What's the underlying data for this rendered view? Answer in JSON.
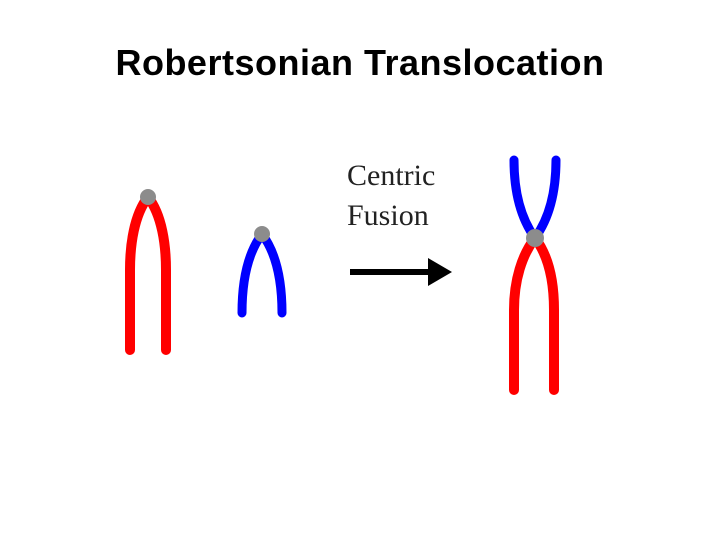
{
  "slide": {
    "title": "Robertsonian Translocation"
  },
  "diagram": {
    "label_line1": "Centric",
    "label_line2": "Fusion",
    "colors": {
      "long_arm": "#ff0000",
      "short_arm": "#0000ff",
      "centromere": "#8c8c8c",
      "arrow": "#000000"
    },
    "chromosomes": [
      "acrocentric-long",
      "acrocentric-short",
      "fused-metacentric"
    ]
  }
}
